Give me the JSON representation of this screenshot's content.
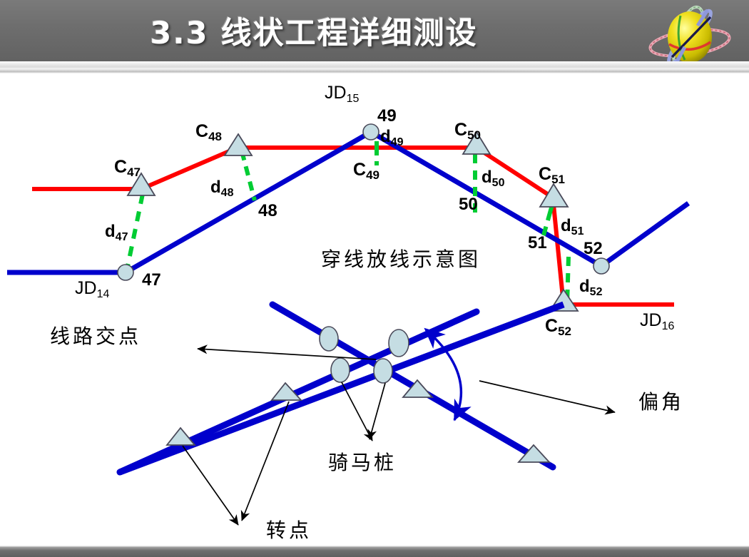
{
  "header": {
    "title": "3.3 线状工程详细测设",
    "logo_icon": "globe-atom-icon",
    "bg_color": "#6e6e6e",
    "title_color": "#ffffff"
  },
  "colors": {
    "route_red": "#FF0000",
    "survey_blue": "#0000CC",
    "offset_green": "#00CC33",
    "marker_fill": "#C5DDE3",
    "marker_stroke": "#4A4A5A",
    "annotation_black": "#000000"
  },
  "upper_diagram": {
    "caption": "穿线放线示意图",
    "jd_labels": [
      {
        "id": "jd14",
        "text": "JD",
        "sub": "14"
      },
      {
        "id": "jd15",
        "text": "JD",
        "sub": "15"
      },
      {
        "id": "jd16",
        "text": "JD",
        "sub": "16"
      }
    ],
    "control_points": [
      {
        "id": "c47",
        "text": "C",
        "sub": "47"
      },
      {
        "id": "c48",
        "text": "C",
        "sub": "48"
      },
      {
        "id": "c49",
        "text": "C",
        "sub": "49"
      },
      {
        "id": "c50",
        "text": "C",
        "sub": "50"
      },
      {
        "id": "c51",
        "text": "C",
        "sub": "51"
      },
      {
        "id": "c52",
        "text": "C",
        "sub": "52"
      }
    ],
    "offsets": [
      {
        "id": "d47",
        "text": "d",
        "sub": "47"
      },
      {
        "id": "d48",
        "text": "d",
        "sub": "48"
      },
      {
        "id": "d49",
        "text": "d",
        "sub": "49"
      },
      {
        "id": "d50",
        "text": "d",
        "sub": "50"
      },
      {
        "id": "d51",
        "text": "d",
        "sub": "51"
      },
      {
        "id": "d52",
        "text": "d",
        "sub": "52"
      }
    ],
    "station_numbers": [
      "47",
      "48",
      "49",
      "50",
      "51",
      "52"
    ]
  },
  "lower_diagram": {
    "labels": {
      "intersection": "线路交点",
      "straddle_stake": "骑马桩",
      "turning_point": "转点",
      "deflection_angle": "偏角"
    }
  }
}
